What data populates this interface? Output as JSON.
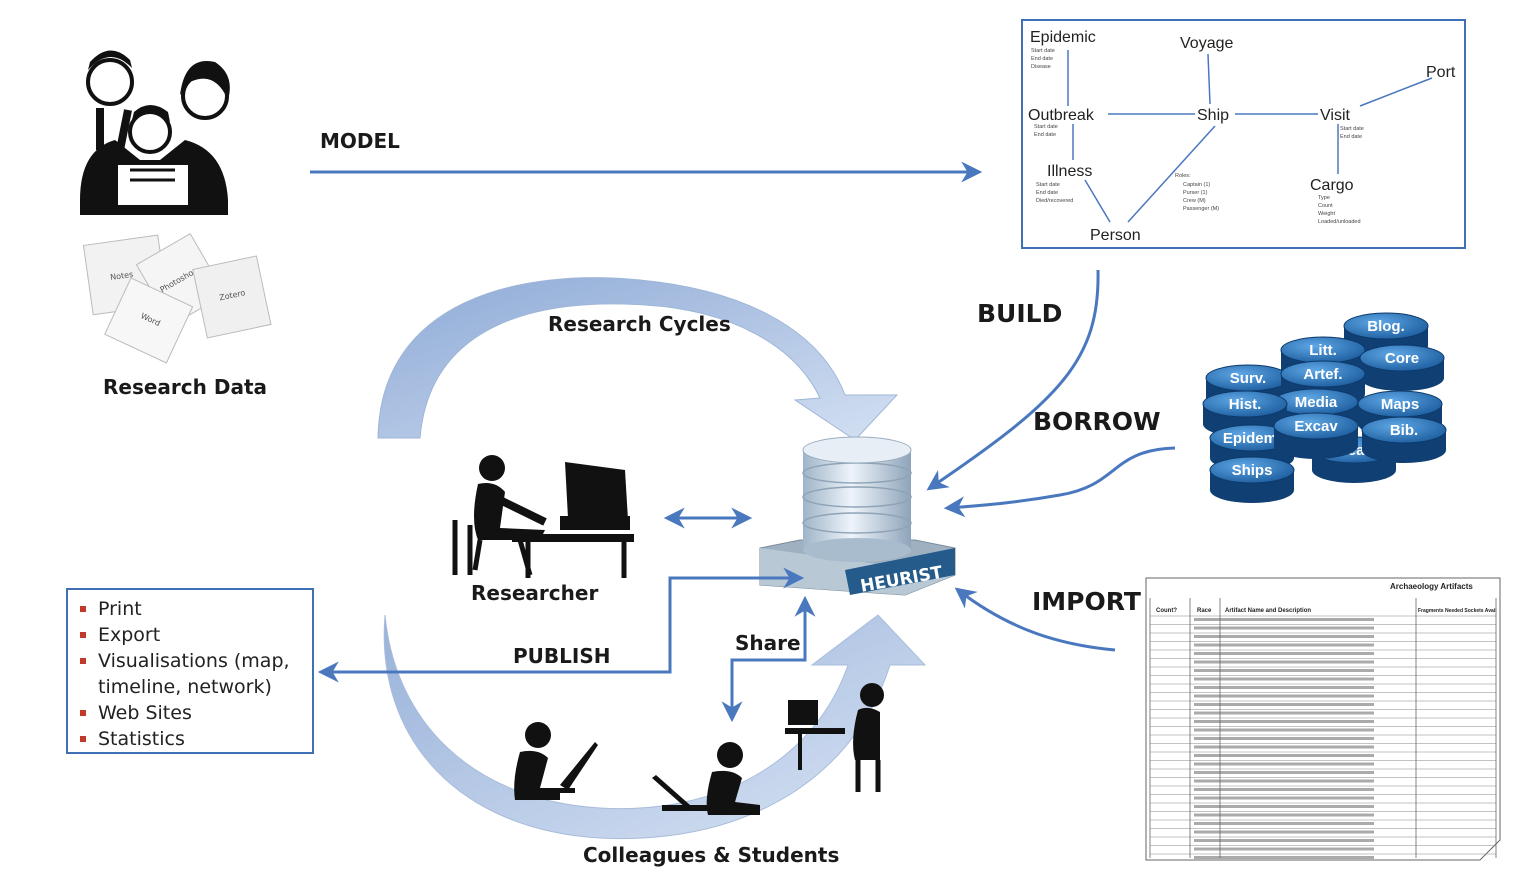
{
  "labels": {
    "model": "MODEL",
    "build": "BUILD",
    "borrow": "BORROW",
    "import": "IMPORT",
    "publish": "PUBLISH",
    "share": "Share",
    "research_cycles": "Research Cycles",
    "researcher": "Researcher",
    "research_data": "Research Data",
    "colleagues": "Colleagues & Students",
    "heurist": "HEURIST"
  },
  "papers": [
    "Notes",
    "Photoshop",
    "Zotero",
    "Word"
  ],
  "er_model": {
    "entities": [
      "Epidemic",
      "Voyage",
      "Port",
      "Outbreak",
      "Ship",
      "Visit",
      "Illness",
      "Cargo",
      "Person"
    ],
    "epidemic_fields": [
      "Start date",
      "End date",
      "Disease"
    ],
    "outbreak_fields": [
      "Start date",
      "End date"
    ],
    "illness_fields": [
      "Start date",
      "End date",
      "Died/recovered"
    ],
    "visit_fields": [
      "Start date",
      "End date"
    ],
    "cargo_fields": [
      "Type",
      "Count",
      "Weight",
      "Loaded/unloaded"
    ],
    "roles": [
      "Roles:",
      "Captain (1)",
      "Purser (1)",
      "Crew (M)",
      "Passenger (M)"
    ]
  },
  "disks": [
    "Blog.",
    "Litt.",
    "Artef.",
    "Surv.",
    "Core",
    "Hist.",
    "Media",
    "Excav",
    "Maps",
    "Bib.",
    "Epidem.",
    "Ships",
    "Theatr."
  ],
  "spreadsheet": {
    "title": "Archaeology Artifacts",
    "headers": [
      "Count?",
      "Race",
      "Artifact Name and Description",
      "Fragments Needed Sockets Avail"
    ]
  },
  "outputs": [
    "Print",
    "Export",
    "Visualisations (map,",
    "timeline, network)",
    "Web Sites",
    "Statistics"
  ],
  "colors": {
    "arrow": "#4a78bf",
    "box_border": "#3f6fb5",
    "cycle": "#a9bfe0",
    "disk": "#1f5b9a"
  }
}
